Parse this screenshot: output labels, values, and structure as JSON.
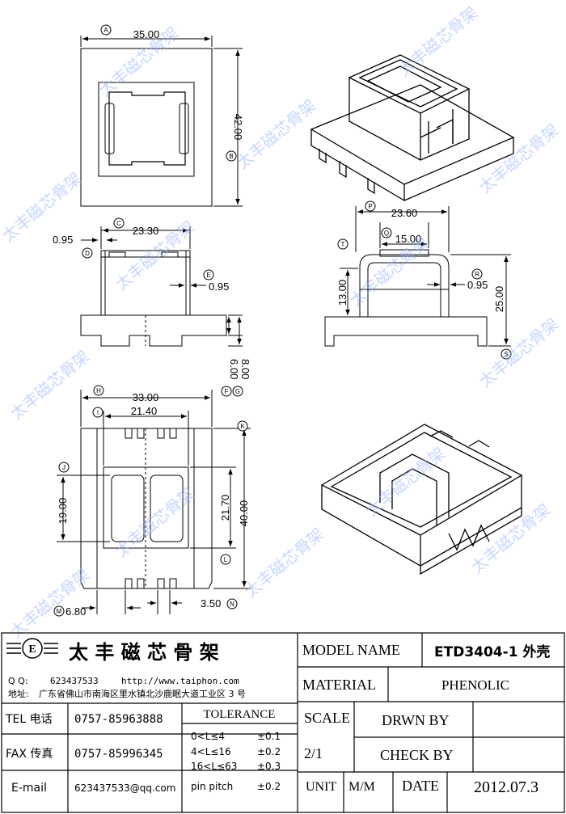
{
  "dimensions": {
    "top_view": {
      "width": {
        "marker": "A",
        "value": "35.00"
      },
      "height": {
        "marker": "B",
        "value": "42.00"
      }
    },
    "front_view": {
      "overall": {
        "marker": "C",
        "value": "23.30"
      },
      "wall": {
        "marker": "D",
        "value": "0.95"
      },
      "pin": {
        "marker": "E",
        "value": "0.95"
      },
      "pin_height_1": {
        "marker": "F",
        "value": "6.00"
      },
      "pin_height_2": {
        "marker": "G",
        "value": "8.00"
      }
    },
    "side_view": {
      "overall": {
        "marker": "P",
        "value": "23.60"
      },
      "inner": {
        "marker": "Q",
        "value": "15.00"
      },
      "wall": {
        "marker": "R",
        "value": "0.95"
      },
      "height": {
        "marker": "S",
        "value": "25.00"
      },
      "inner_height": {
        "marker": "T",
        "value": "13.00"
      }
    },
    "bottom_view": {
      "overall": {
        "marker": "H",
        "value": "33.00"
      },
      "inner": {
        "marker": "I",
        "value": "21.40"
      },
      "length": {
        "marker": "K",
        "value": "40.00"
      },
      "window": {
        "marker": "L",
        "value": "21.70"
      },
      "slot": {
        "marker": "J",
        "value": "19.00"
      },
      "pin_offset": {
        "marker": "M",
        "value": "6.80"
      },
      "pin_spacing": {
        "marker": "N",
        "value": "3.50"
      }
    }
  },
  "watermark": "太丰磁芯骨架",
  "title_block": {
    "company": {
      "logo_letter": "E",
      "name": "太 丰 磁 芯 骨 架",
      "qq_label": "Q Q:",
      "qq_value": "623437533",
      "url": "http://www.taiphon.com",
      "address_label": "地址:",
      "address": "广东省佛山市南海区里水镇北沙鹿眠大道工业区 3 号"
    },
    "tel": {
      "label": "TEL 电话",
      "value": "0757-85963888"
    },
    "fax": {
      "label": "FAX 传真",
      "value": "0757-85996345"
    },
    "email": {
      "label": "E-mail",
      "value": "623437533@qq.com"
    },
    "tolerance": {
      "header": "TOLERANCE",
      "rows": [
        {
          "range": "0<L≤4",
          "value": "±0.1"
        },
        {
          "range": "4<L≤16",
          "value": "±0.2"
        },
        {
          "range": "16<L≤63",
          "value": "±0.3"
        },
        {
          "range": "pin pitch",
          "value": "±0.2"
        }
      ]
    },
    "model_name": {
      "label": "MODEL NAME",
      "value": "ETD3404-1 外壳"
    },
    "material": {
      "label": "MATERIAL",
      "value": "PHENOLIC"
    },
    "scale": {
      "label": "SCALE",
      "value": "2/1"
    },
    "drawn_by": {
      "label": "DRWN BY",
      "value": ""
    },
    "check_by": {
      "label": "CHECK BY",
      "value": ""
    },
    "unit": {
      "label": "UNIT",
      "value": "M/M"
    },
    "date": {
      "label": "DATE",
      "value": "2012.07.3"
    }
  }
}
